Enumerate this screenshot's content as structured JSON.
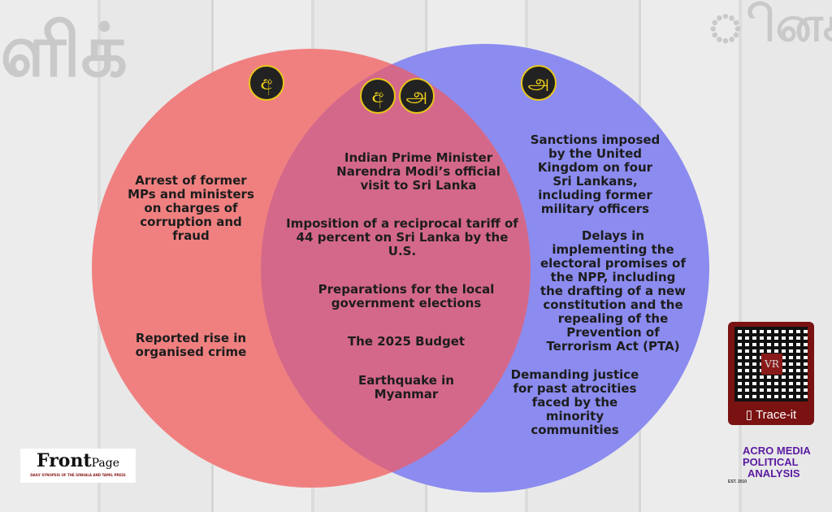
{
  "badges": {
    "sinhala": "අ",
    "tamil": "அ"
  },
  "left_only": [
    "Arrest of former MPs and ministers on charges of corruption and fraud",
    "Reported rise in organised crime"
  ],
  "both": [
    "Indian Prime Minister Narendra Modi’s official visit to Sri Lanka",
    "Imposition of a reciprocal tariff of 44 percent on Sri Lanka by the U.S.",
    "Preparations for the local government elections",
    "The 2025 Budget",
    "Earthquake in Myanmar"
  ],
  "right_only": [
    "Sanctions imposed by the United Kingdom on four Sri Lankans, including former military officers",
    "Delays in implementing the electoral promises of the NPP, including the drafting of a new constitution and the repealing of the Prevention of Terrorism Act (PTA)",
    "Demanding justice for past atrocities faced by the minority communities"
  ],
  "frontpage": {
    "title1": "Front",
    "title2": "Page",
    "tagline": "DAILY SYNOPSIS OF THE SINHALA AND TAMIL PRESS"
  },
  "qr": {
    "center": "VR",
    "label": "Trace-it"
  },
  "macro": {
    "line1": "ACRO MEDIA",
    "line2": "POLITICAL",
    "line3": "ANALYSIS",
    "est": "EST. 2010"
  },
  "colors": {
    "left": "#f08080",
    "right": "#8b8bf0",
    "overlap": "#d4688a",
    "badge": "#222222",
    "badge_text": "#f2d21c"
  }
}
